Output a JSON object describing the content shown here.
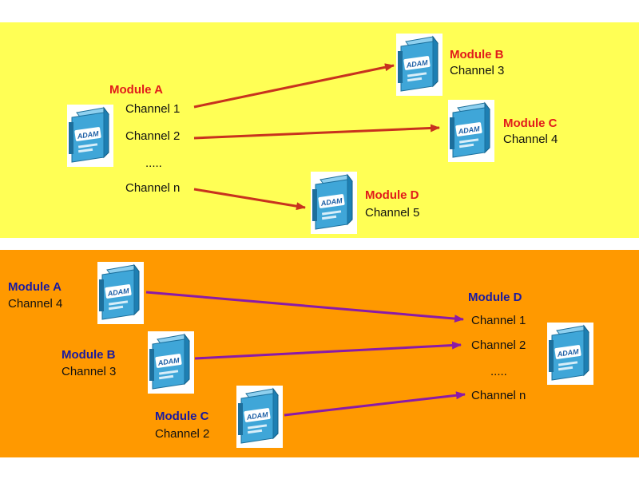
{
  "top": {
    "source": {
      "name": "Module A",
      "channels": [
        "Channel 1",
        "Channel 2",
        ".....",
        "Channel n"
      ]
    },
    "targets": [
      {
        "name": "Module B",
        "channel": "Channel 3"
      },
      {
        "name": "Module C",
        "channel": "Channel 4"
      },
      {
        "name": "Module D",
        "channel": "Channel 5"
      }
    ]
  },
  "bottom": {
    "sources": [
      {
        "name": "Module A",
        "channel": "Channel 4"
      },
      {
        "name": "Module B",
        "channel": "Channel 3"
      },
      {
        "name": "Module C",
        "channel": "Channel 2"
      }
    ],
    "target": {
      "name": "Module D",
      "channels": [
        "Channel 1",
        "Channel 2",
        ".....",
        "Channel n"
      ]
    }
  },
  "device_label": "ADAM",
  "colors": {
    "top_background": "#ffff55",
    "bottom_background": "#ff9900",
    "top_arrow": "#c8321e",
    "bottom_arrow": "#8a1aa8",
    "top_module_text": "#e11b1b",
    "bottom_module_text": "#1a1aa0",
    "device_body": "#3fa6d8"
  }
}
